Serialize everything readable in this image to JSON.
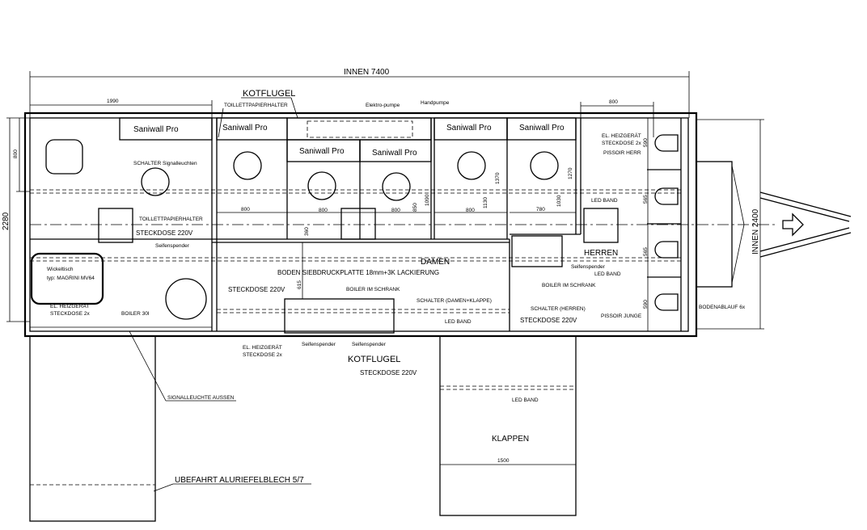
{
  "dimensions": {
    "innen_length": "INNEN 7400",
    "innen_width": "INNEN 2400",
    "height_left": "2280",
    "left_room": "1990",
    "left_800": "800",
    "right_800": "800",
    "stall_800_a": "800",
    "stall_800_b": "800",
    "stall_800_c": "800",
    "stall_800_d": "800",
    "stall_780": "780",
    "d360": "360",
    "d850": "850",
    "d1090": "1090",
    "d1130": "1130",
    "d1370": "1370",
    "d1030": "1030",
    "d1270": "1270",
    "d615": "615",
    "d590a": "590",
    "d565a": "565",
    "d565b": "565",
    "d590b": "590",
    "d1500": "1500"
  },
  "labels": {
    "saniwall": "Saniwall Pro",
    "kotflugel_top": "KOTFLUGEL",
    "toilettpapierhalter_top": "TOILLETTPAPIERHALTER",
    "elektro_pumpe": "Elektro-pumpe",
    "handpumpe": "Handpumpe",
    "schalter_signal": "SCHALTER Signalleuchten",
    "toilettpapierhalter": "TOILLETTPAPIERHALTER",
    "steckdose_left": "STECKDOSE 220V",
    "seifenspender_left": "Seifenspender",
    "wickeltisch": "Wickeltisch",
    "wickeltisch_typ": "typ: MAGRINI MV64",
    "heiz_left_1": "EL. HEIZGERÄT",
    "heiz_left_2": "STECKDOSE 2x",
    "boiler_30": "BOILER 30l",
    "damen": "DAMEN",
    "boden": "BODEN SIEBDRUCKPLATTE 18mm+3K LACKIERUNG",
    "steckdose_mid": "STECKDOSE 220V",
    "boiler_schrank_mid": "BOILER IM SCHRANK",
    "schalter_damen": "SCHALTER (DAMEN+KLAPPE)",
    "led_band_mid": "LED BAND",
    "heiz_mid_1": "EL. HEIZGERÄT",
    "heiz_mid_2": "STECKDOSE 2x",
    "seifenspender_mid1": "Seifenspender",
    "seifenspender_mid2": "Seifenspender",
    "kotflugel_bottom": "KOTFLUGEL",
    "steckdose_bottom": "STECKDOSE 220V",
    "heiz_right_1": "EL. HEIZGERÄT",
    "heiz_right_2": "STECKDOSE 2x",
    "pissoir_herr": "PISSOIR HERR",
    "led_band_r1": "LED BAND",
    "herren": "HERREN",
    "seifenspender_right": "Seifenspender",
    "led_band_r2": "LED BAND",
    "boiler_schrank_right": "BOILER IM SCHRANK",
    "schalter_herren": "SCHALTER (HERREN)",
    "steckdose_right": "STECKDOSE 220V",
    "pissoir_junge": "PISSOIR JUNGE",
    "bodenablauf": "BODENABLAUF 6x",
    "signalleuchte": "SIGNALLEUCHTE AUSSEN",
    "led_band_klappe": "LED BAND",
    "klappen": "KLAPPEN",
    "ubefahrt": "UBEFAHRT ALURIEFELBLECH 5/7"
  }
}
